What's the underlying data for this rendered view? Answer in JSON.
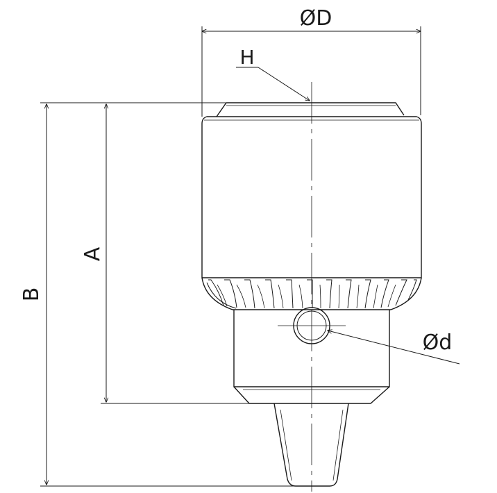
{
  "labels": {
    "diameter_D": "ØD",
    "H": "H",
    "A": "A",
    "B": "B",
    "diameter_d": "Ød"
  }
}
